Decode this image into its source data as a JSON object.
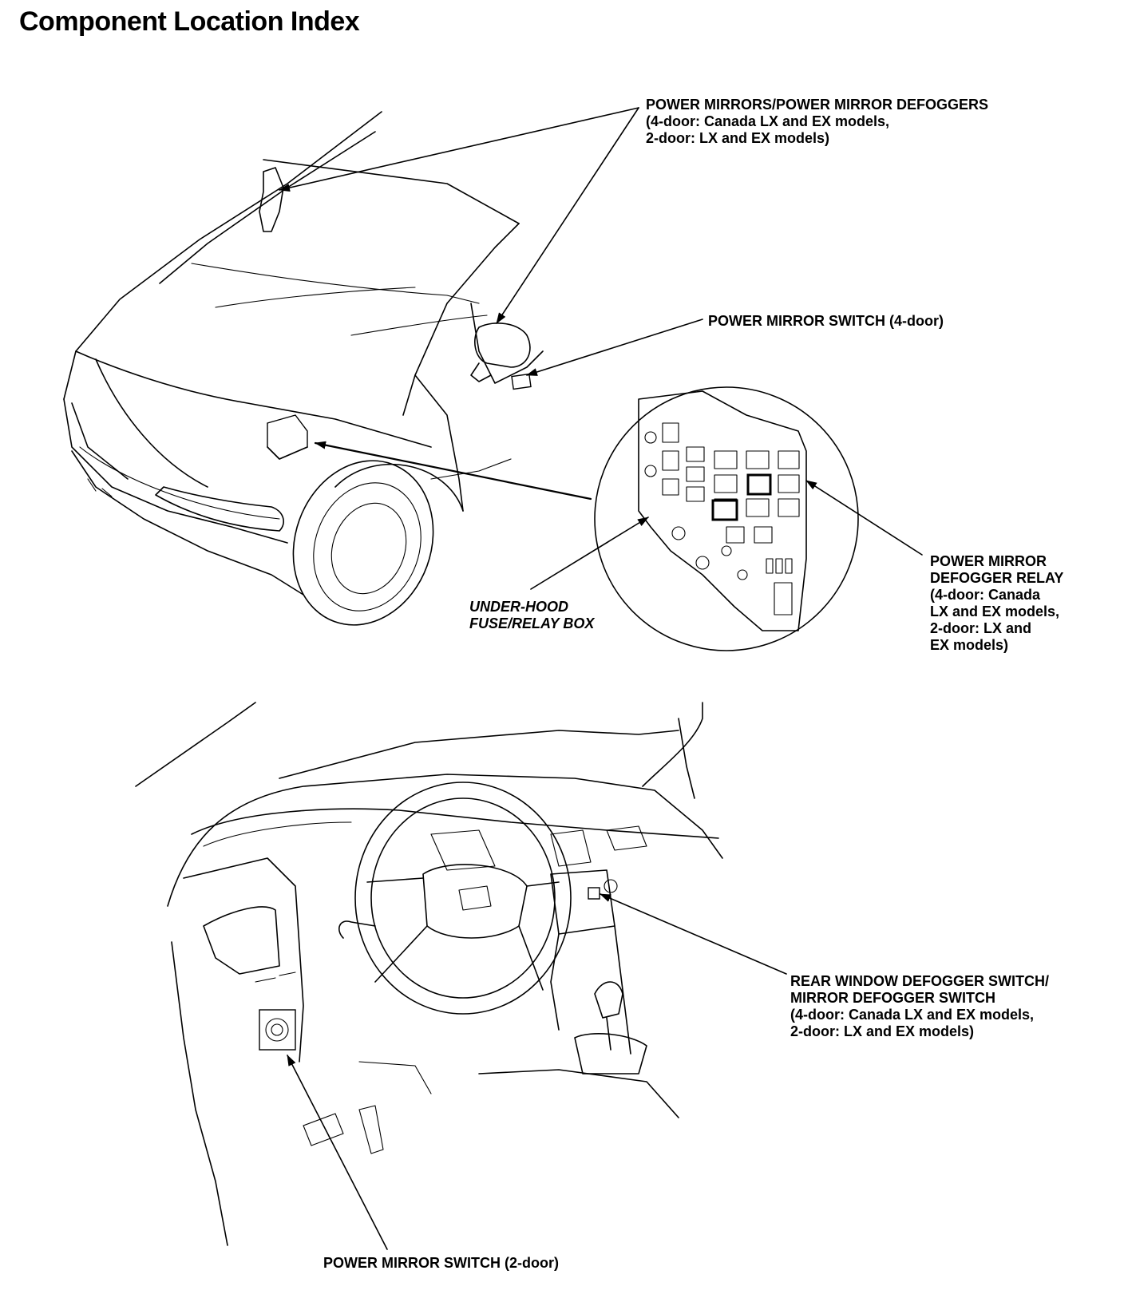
{
  "title": "Component Location Index",
  "labels": {
    "power_mirrors": [
      "POWER MIRRORS/POWER MIRROR DEFOGGERS",
      "(4-door: Canada LX and EX models,",
      "2-door: LX and EX models)"
    ],
    "mirror_switch_4door": [
      "POWER MIRROR SWITCH (4-door)"
    ],
    "relay": [
      "POWER MIRROR",
      "DEFOGGER RELAY",
      "(4-door: Canada",
      "LX and EX models,",
      "2-door: LX and",
      "EX models)"
    ],
    "fuse_box": [
      "UNDER-HOOD",
      "FUSE/RELAY BOX"
    ],
    "rear_defogger_switch": [
      "REAR WINDOW DEFOGGER SWITCH/",
      "MIRROR DEFOGGER SWITCH",
      "(4-door: Canada LX and EX models,",
      "2-door: LX and EX models)"
    ],
    "mirror_switch_2door": [
      "POWER MIRROR SWITCH (2-door)"
    ]
  },
  "colors": {
    "ink": "#000000",
    "paper": "#ffffff"
  }
}
